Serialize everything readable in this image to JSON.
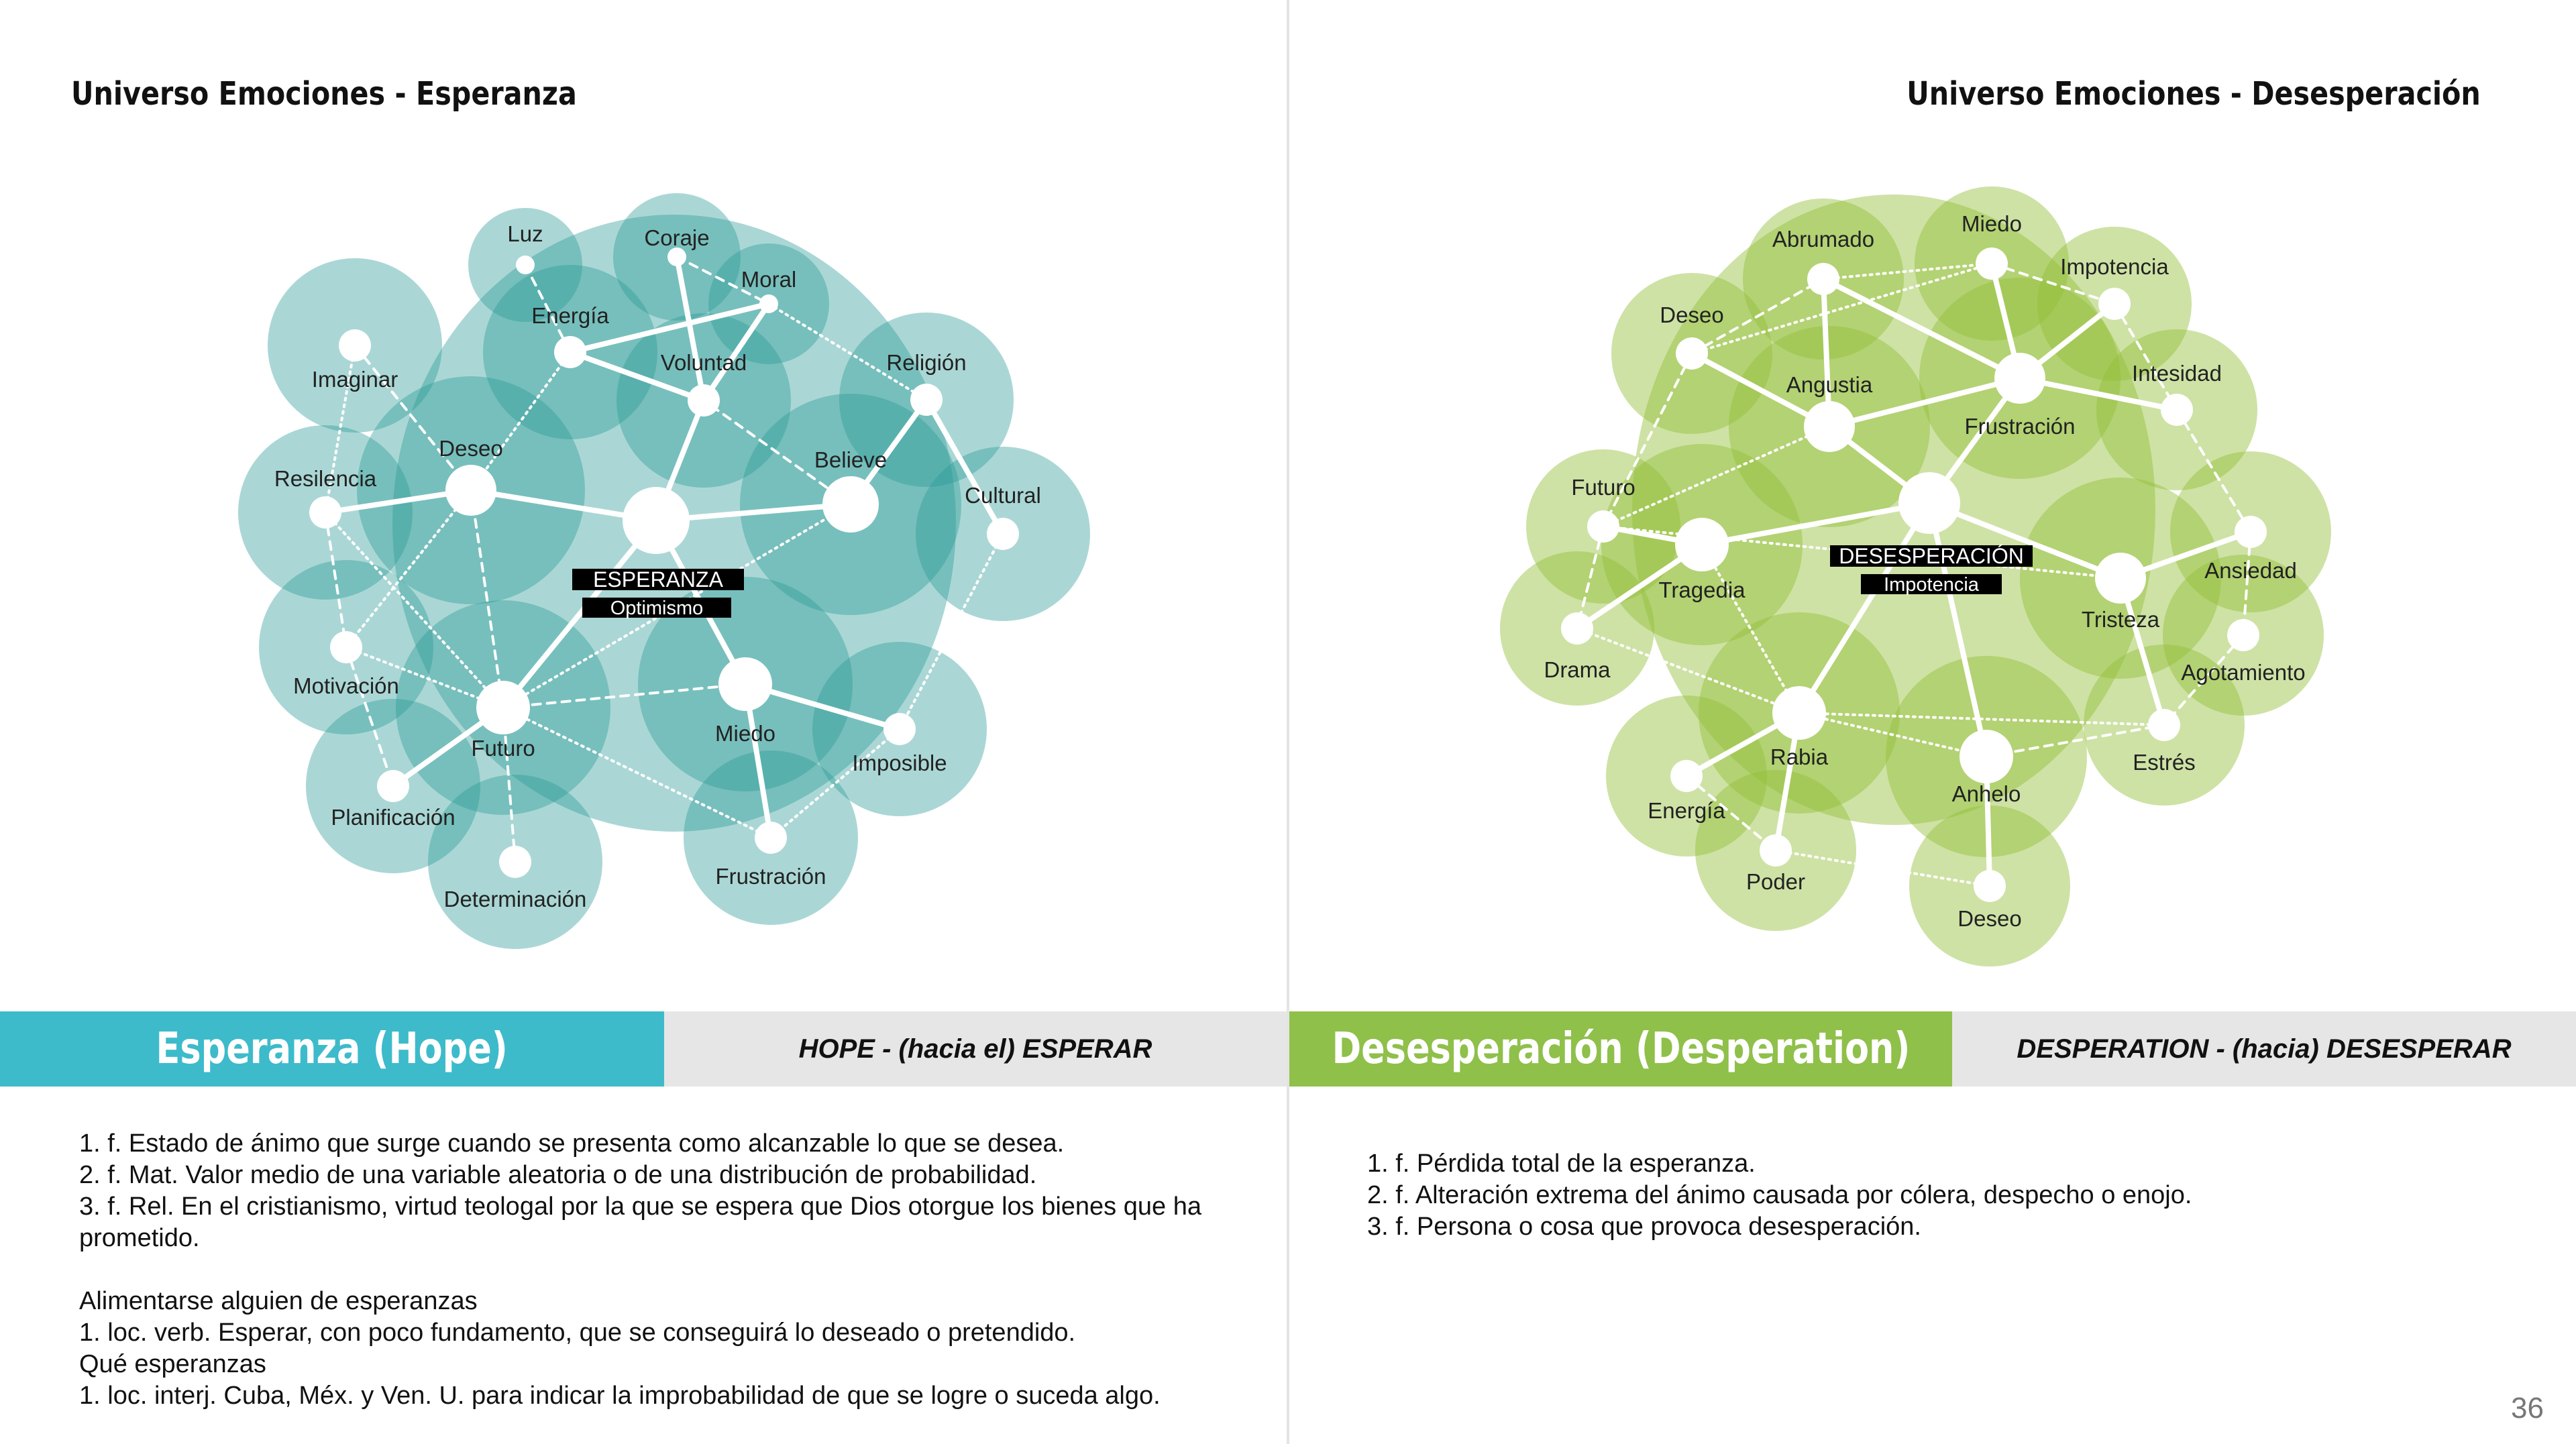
{
  "left": {
    "title": "Universo Emociones - Esperanza",
    "colors": {
      "bubble": "#2a9a95",
      "bubble_alpha": 0.4,
      "line": "#ffffff"
    },
    "center": {
      "label": "ESPERANZA",
      "sub": "Optimismo"
    },
    "nodes": [
      {
        "label": "Luz"
      },
      {
        "label": "Coraje"
      },
      {
        "label": "Moral"
      },
      {
        "label": "Energía"
      },
      {
        "label": "Voluntad"
      },
      {
        "label": "Religión"
      },
      {
        "label": "Imaginar"
      },
      {
        "label": "Deseo"
      },
      {
        "label": "Believe"
      },
      {
        "label": "Resilencia"
      },
      {
        "label": "Cultural"
      },
      {
        "label": "Motivación"
      },
      {
        "label": "Futuro"
      },
      {
        "label": "Miedo"
      },
      {
        "label": "Imposible"
      },
      {
        "label": "Planificación"
      },
      {
        "label": "Determinación"
      },
      {
        "label": "Frustración"
      }
    ],
    "heading": "Esperanza (Hope)",
    "heading_color": "#3dbbca",
    "subtitle": "HOPE - (hacia el) ESPERAR",
    "definitions": [
      "1. f. Estado de ánimo que surge cuando se presenta como alcanzable lo que se desea.",
      "2. f. Mat. Valor medio de una variable aleatoria o de una distribución de probabilidad.",
      "3. f. Rel. En el cristianismo, virtud teologal por la que se espera que Dios otorgue los bienes que ha\nprometido.",
      "",
      "Alimentarse alguien de esperanzas",
      "1. loc. verb. Esperar, con poco fundamento, que se conseguirá lo deseado o pretendido.",
      "Qué esperanzas",
      "1. loc. interj. Cuba, Méx. y Ven. U. para indicar la improbabilidad de que se logre o suceda algo."
    ]
  },
  "right": {
    "title": "Universo Emociones - Desesperación",
    "colors": {
      "bubble": "#93bf37",
      "bubble_alpha": 0.45,
      "line": "#ffffff"
    },
    "center": {
      "label": "DESESPERACIÓN",
      "sub": "Impotencia"
    },
    "nodes": [
      {
        "label": "Miedo"
      },
      {
        "label": "Abrumado"
      },
      {
        "label": "Impotencia"
      },
      {
        "label": "Deseo"
      },
      {
        "label": "Angustia"
      },
      {
        "label": "Intesidad"
      },
      {
        "label": "Frustración"
      },
      {
        "label": "Futuro"
      },
      {
        "label": "Tragedia"
      },
      {
        "label": "Ansiedad"
      },
      {
        "label": "Tristeza"
      },
      {
        "label": "Drama"
      },
      {
        "label": "Agotamiento"
      },
      {
        "label": "Rabia"
      },
      {
        "label": "Estrés"
      },
      {
        "label": "Anhelo"
      },
      {
        "label": "Energía"
      },
      {
        "label": "Poder"
      },
      {
        "label": "Deseo"
      }
    ],
    "heading": "Desesperación (Desperation)",
    "heading_color": "#8fc04a",
    "subtitle": "DESPERATION - (hacia) DESESPERAR",
    "definitions": [
      "1. f. Pérdida total de la esperanza.",
      "2. f. Alteración extrema del ánimo causada por cólera, despecho o enojo.",
      "3. f. Persona o cosa que provoca desesperación."
    ]
  },
  "page_number": "36"
}
